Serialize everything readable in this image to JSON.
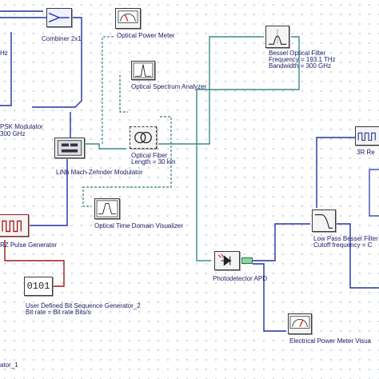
{
  "components": {
    "combiner": {
      "label": "Combiner 2x1"
    },
    "optical_power_meter": {
      "label": "Optical Power Meter"
    },
    "bessel_optical_filter": {
      "label": "Bessel Optical Filter",
      "line1": "Frequency = 193.1  THz",
      "line2": "Bandwidth = 300  GHz"
    },
    "optical_spectrum_analyzer": {
      "label": "Optical Spectrum Analyzer"
    },
    "left_edge_texts": [
      "Hz",
      "PSK Modulator",
      "300  GHz"
    ],
    "mz_modulator": {
      "label": "LiNb Mach-Zehnder Modulator"
    },
    "optical_fiber": {
      "label": "Optical Fiber",
      "line1": "Length = 30  km"
    },
    "receiver_3r": {
      "label": "3R Re"
    },
    "nrz_pulse": {
      "label": "RZ Pulse Generator"
    },
    "optical_time_visualizer": {
      "label": "Optical Time Domain Visualizer"
    },
    "low_pass_bessel": {
      "label": "Low Pass Bessel Filter",
      "line1": "Cutoff frequency = C"
    },
    "photodetector": {
      "label": "Photodetector APD"
    },
    "bit_sequence": {
      "label": "User Defined Bit Sequence Generator_2",
      "line1": "Bit rate = Bit rate  Bits/s",
      "display": "0101"
    },
    "electrical_power_meter": {
      "label": "Electrical Power Meter Visua"
    },
    "bottom_left": {
      "label": "ator_1"
    }
  },
  "colors": {
    "optical_link": "#3a8a8a",
    "optical_dashed": "#2e7d6e",
    "electrical_link": "#2030a0",
    "modulation_link": "#a01818",
    "label_text": "#1a1a66"
  }
}
